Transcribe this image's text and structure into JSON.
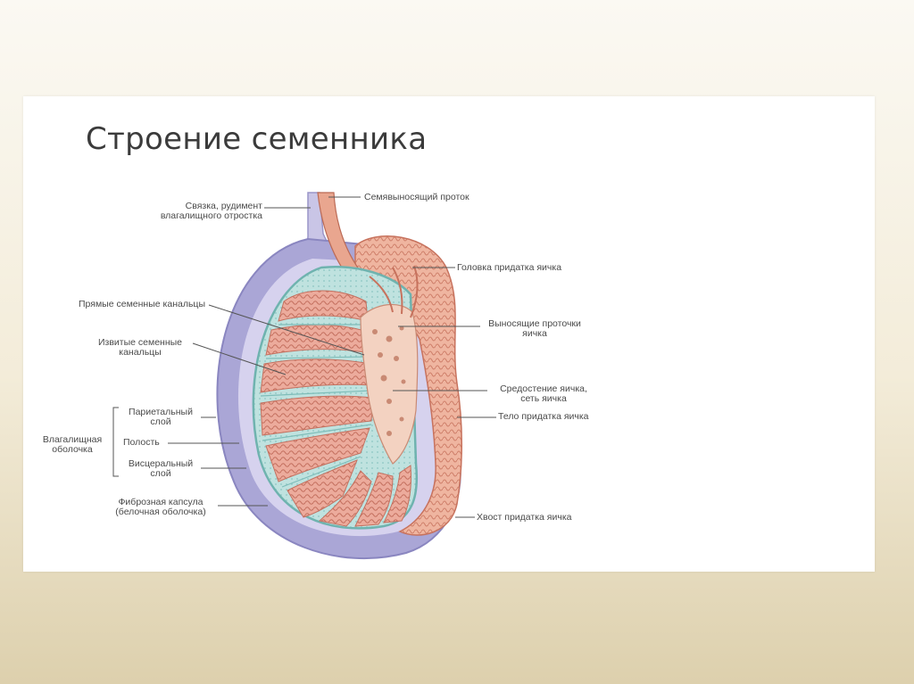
{
  "slide": {
    "title": "Строение семенника"
  },
  "labels": {
    "ligament_l1": "Связка, рудимент",
    "ligament_l2": "влагалищного отростка",
    "vas_deferens": "Семявыносящий проток",
    "epididymis_head": "Головка придатка яичка",
    "straight_tubules": "Прямые семенные канальцы",
    "convoluted_l1": "Извитые семенные",
    "convoluted_l2": "канальцы",
    "efferent_l1": "Выносящие проточки",
    "efferent_l2": "яичка",
    "mediastinum_l1": "Средостение яичка,",
    "mediastinum_l2": "сеть яичка",
    "parietal_l1": "Париетальный",
    "parietal_l2": "слой",
    "epididymis_body": "Тело придатка яичка",
    "vaginal_l1": "Влагалищная",
    "vaginal_l2": "оболочка",
    "cavity": "Полость",
    "visceral_l1": "Висцеральный",
    "visceral_l2": "слой",
    "capsule_l1": "Фиброзная капсула",
    "capsule_l2": "(белочная оболочка)",
    "epididymis_tail": "Хвост придатка яичка"
  },
  "colors": {
    "tunica_vaginalis": "#aaa6d6",
    "tunica_cavity": "#d6d2ee",
    "tunica_albuginea": "#9fd2d0",
    "lobule_fill": "#ecab9c",
    "tubule_line": "#c4705f",
    "epididymis": "#efb5a0",
    "mediastinum": "#f3d2c1"
  }
}
